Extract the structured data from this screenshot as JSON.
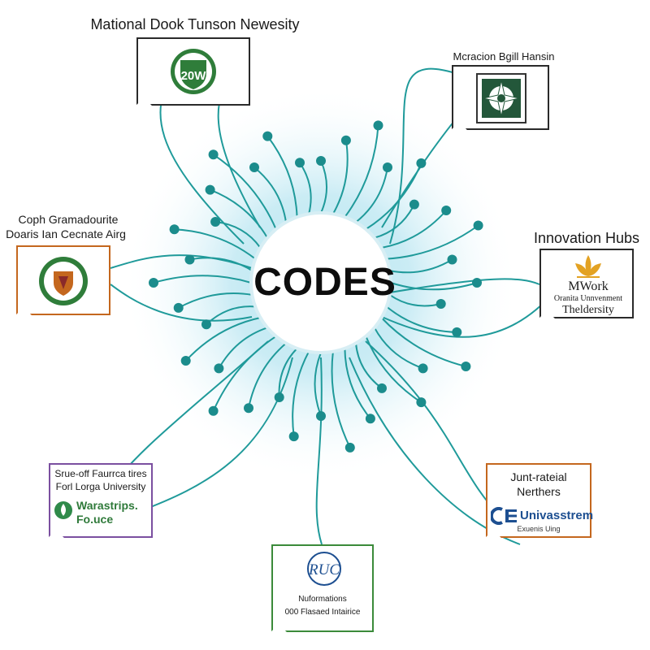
{
  "hub": {
    "label": "CODES"
  },
  "colors": {
    "line": "#1f9a9a",
    "dot": "#1b8c8c",
    "glow": "#7fd3e4",
    "box_dark": "#2a2a2a",
    "box_green": "#3b8a3a",
    "box_orange": "#c4671e",
    "box_purple": "#7b4fa0"
  },
  "nodes": [
    {
      "title": "Mational Dook Tunson Newesity",
      "logo_text": "20W",
      "logo_icon": "shield-logo-icon",
      "caption_1": "",
      "caption_2": ""
    },
    {
      "title": "Mcracion Bgill Hansin",
      "logo_text": "",
      "logo_icon": "compass-seal-icon",
      "caption_1": "",
      "caption_2": ""
    },
    {
      "title": "Innovation Hubs",
      "logo_text": "MWork",
      "logo_icon": "lotus-logo-icon",
      "caption_1": "Oranita Unnvenment",
      "caption_2": "Theldersity"
    },
    {
      "title": "Junt-rateial Nerthers",
      "logo_text": "Univasstrem",
      "logo_icon": "che-logo-icon",
      "caption_1": "Exuenis Uing",
      "caption_2": ""
    },
    {
      "title": "",
      "logo_text": "RUC",
      "logo_icon": "ruc-monogram-icon",
      "caption_1": "Nuformations",
      "caption_2": "000 Flasaed Intairice"
    },
    {
      "title_line_1": "Srue-off Faurrca tires",
      "title_line_2": "Forl Lorga University",
      "logo_text": "Warastrips. Fo.uce",
      "logo_icon": "leaf-drop-icon"
    },
    {
      "title_line_1": "Coph Gramadourite",
      "title_line_2": "Doaris Ian Cecnate Airg",
      "logo_text": "",
      "logo_icon": "crest-seal-icon"
    }
  ]
}
